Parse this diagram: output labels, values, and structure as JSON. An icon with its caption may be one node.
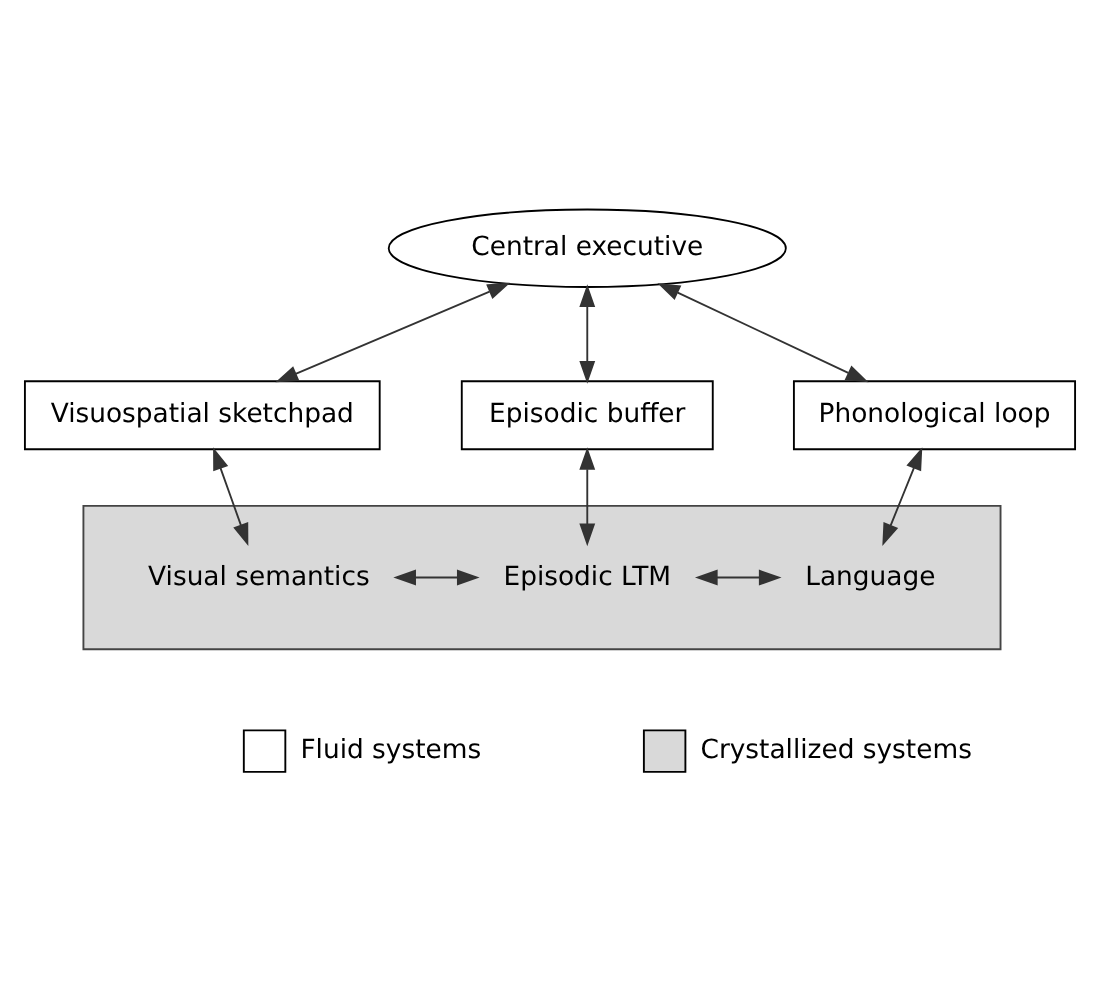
{
  "diagram": {
    "nodes": [
      {
        "text": [
          "Central executive"
        ]
      },
      {
        "text": [
          "Visuospatial sketchpad"
        ]
      },
      {
        "text": [
          "Episodic buffer"
        ]
      },
      {
        "text": [
          "Phonological loop"
        ]
      },
      {
        "text": [],
        "shape": "box"
      },
      {
        "text": [
          "Visual semantics"
        ],
        "in": 4
      },
      {
        "text": [
          "Episodic LTM"
        ],
        "in": 4
      },
      {
        "text": [
          "Language"
        ],
        "in": 4
      }
    ],
    "edges": [
      {
        "from": 0,
        "to": 1,
        "arrow": "both"
      },
      {
        "from": 0,
        "to": 2,
        "arrow": "both"
      },
      {
        "from": 0,
        "to": 3,
        "arrow": "both"
      },
      {
        "from": 1,
        "to": 5,
        "arrow": "both"
      },
      {
        "from": 2,
        "to": 6,
        "arrow": "both"
      },
      {
        "from": 3,
        "to": 7,
        "arrow": "both"
      },
      {
        "from": 5,
        "to": 6,
        "arrow": "both"
      },
      {
        "from": 6,
        "to": 7,
        "arrow": "both"
      }
    ],
    "legend": [
      {
        "text": "Fluid systems",
        "color": "#ffffff"
      },
      {
        "text": "Crystallized systems",
        "color": "#d9d9d9"
      }
    ]
  }
}
